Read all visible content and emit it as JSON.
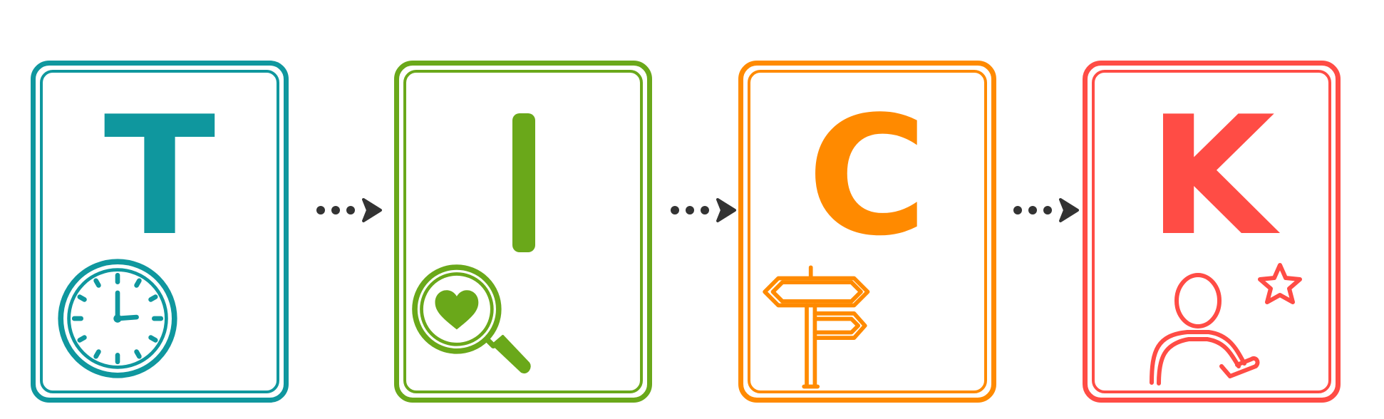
{
  "steps": [
    {
      "letter": "T",
      "color": "#0f979e",
      "icon": "clock-icon"
    },
    {
      "letter": "I",
      "color": "#6aa81a",
      "icon": "magnifier-heart-icon"
    },
    {
      "letter": "C",
      "color": "#ff8a00",
      "icon": "signpost-icon"
    },
    {
      "letter": "K",
      "color": "#ff4c45",
      "icon": "person-star-icon"
    }
  ],
  "connector_color": "#333333"
}
